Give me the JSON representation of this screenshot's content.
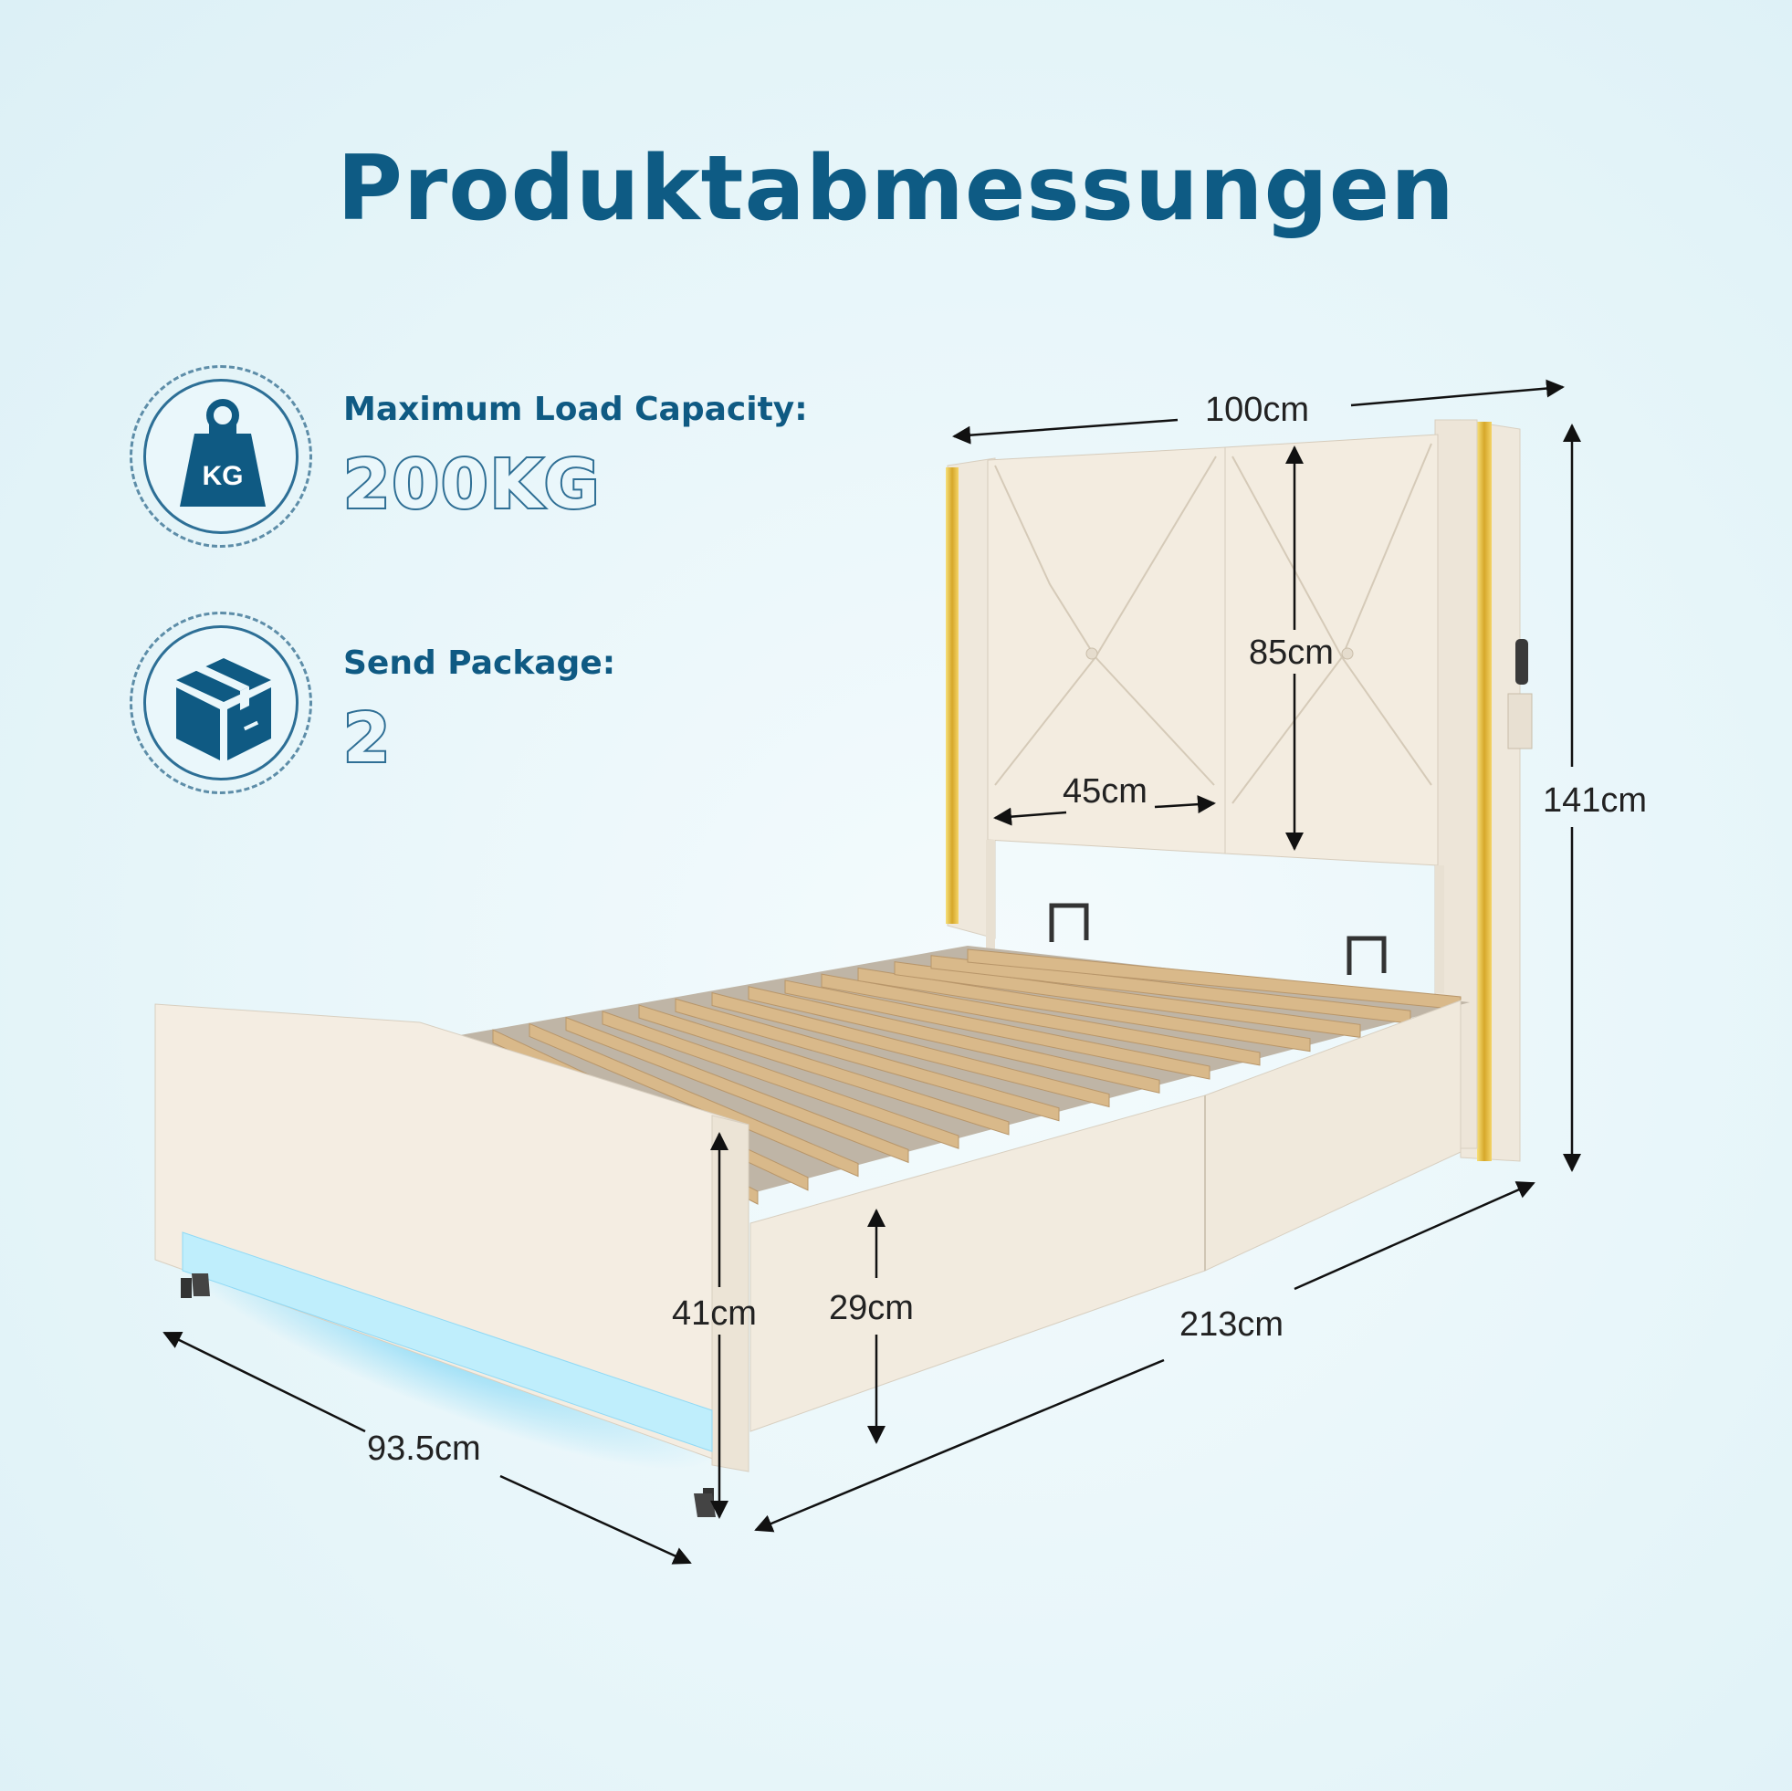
{
  "title": "Produktabmessungen",
  "specs": {
    "load": {
      "label": "Maximum Load Capacity:",
      "value": "200KG",
      "icon": "weight-kg-icon",
      "icon_text": "KG"
    },
    "package": {
      "label": "Send Package:",
      "value": "2",
      "icon": "package-box-icon"
    }
  },
  "dimensions": {
    "headboard_width": "100cm",
    "headboard_panel_height": "85cm",
    "headboard_panel_width": "45cm",
    "total_height": "141cm",
    "footboard_height": "41cm",
    "side_rail_height": "29cm",
    "length": "213cm",
    "footboard_width": "93.5cm"
  },
  "colors": {
    "title": "#0e5b84",
    "accent": "#2f6f95",
    "upholstery": "#f3ece0",
    "gold_trim": "#e4c04a",
    "slats": "#d9b98a",
    "led_glow": "#7fd6f5"
  }
}
